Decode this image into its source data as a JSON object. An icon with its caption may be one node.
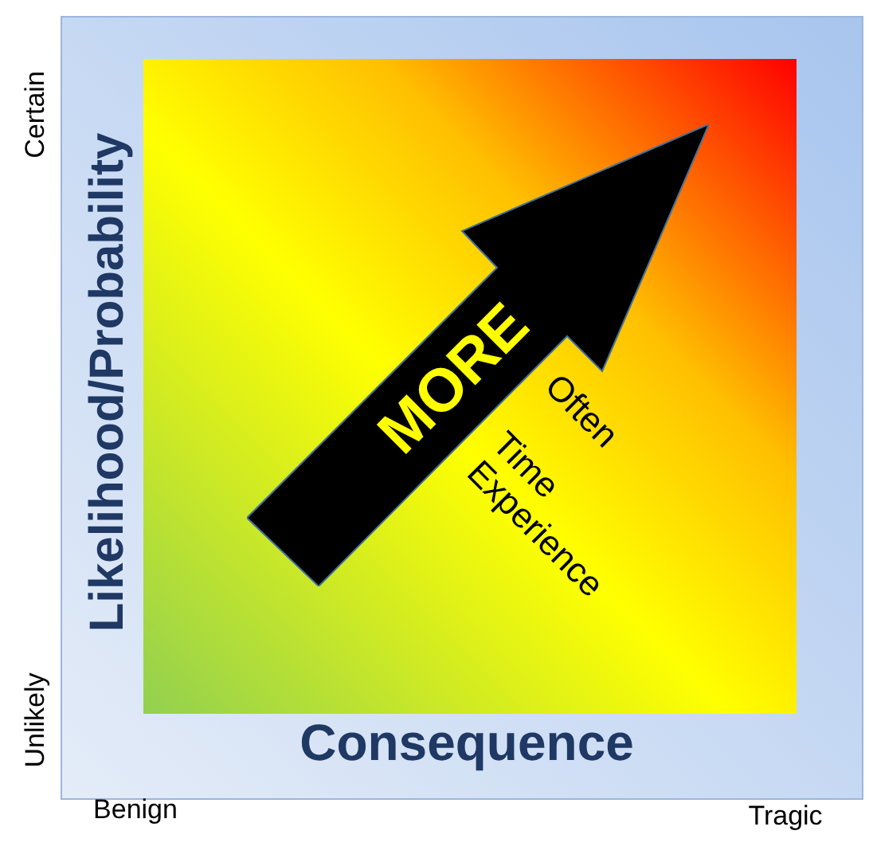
{
  "diagram": {
    "nodes": [
      {
        "text": [],
        "shape": "box"
      },
      {
        "text": [
          "MORE"
        ],
        "in": 0
      }
    ],
    "labels": [
      "Certain",
      "Unlikely",
      "Likelihood/Probability",
      "Often",
      "Time",
      "Experience",
      "Consequence",
      "Benign",
      "Tragic"
    ]
  }
}
